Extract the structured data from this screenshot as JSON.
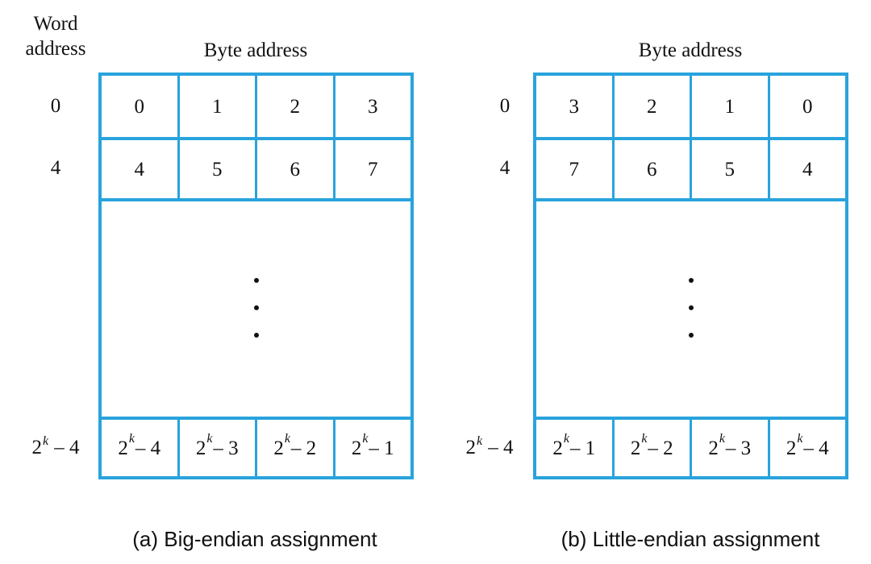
{
  "word_address_heading": [
    "Word",
    "address"
  ],
  "panels": [
    {
      "id": "big-endian",
      "byte_heading": "Byte address",
      "word_addresses": [
        "0",
        "4",
        "2^k – 4"
      ],
      "rows": [
        [
          "0",
          "1",
          "2",
          "3"
        ],
        [
          "4",
          "5",
          "6",
          "7"
        ],
        [
          "2^k – 4",
          "2^k – 3",
          "2^k – 2",
          "2^k – 1"
        ]
      ],
      "caption": "(a) Big-endian assignment"
    },
    {
      "id": "little-endian",
      "byte_heading": "Byte address",
      "word_addresses": [
        "0",
        "4",
        "2^k – 4"
      ],
      "rows": [
        [
          "3",
          "2",
          "1",
          "0"
        ],
        [
          "7",
          "6",
          "5",
          "4"
        ],
        [
          "2^k – 1",
          "2^k – 2",
          "2^k – 3",
          "2^k – 4"
        ]
      ],
      "caption": "(b) Little-endian assignment"
    }
  ],
  "colors": {
    "grid": "#29a3dc",
    "text": "#111111"
  }
}
